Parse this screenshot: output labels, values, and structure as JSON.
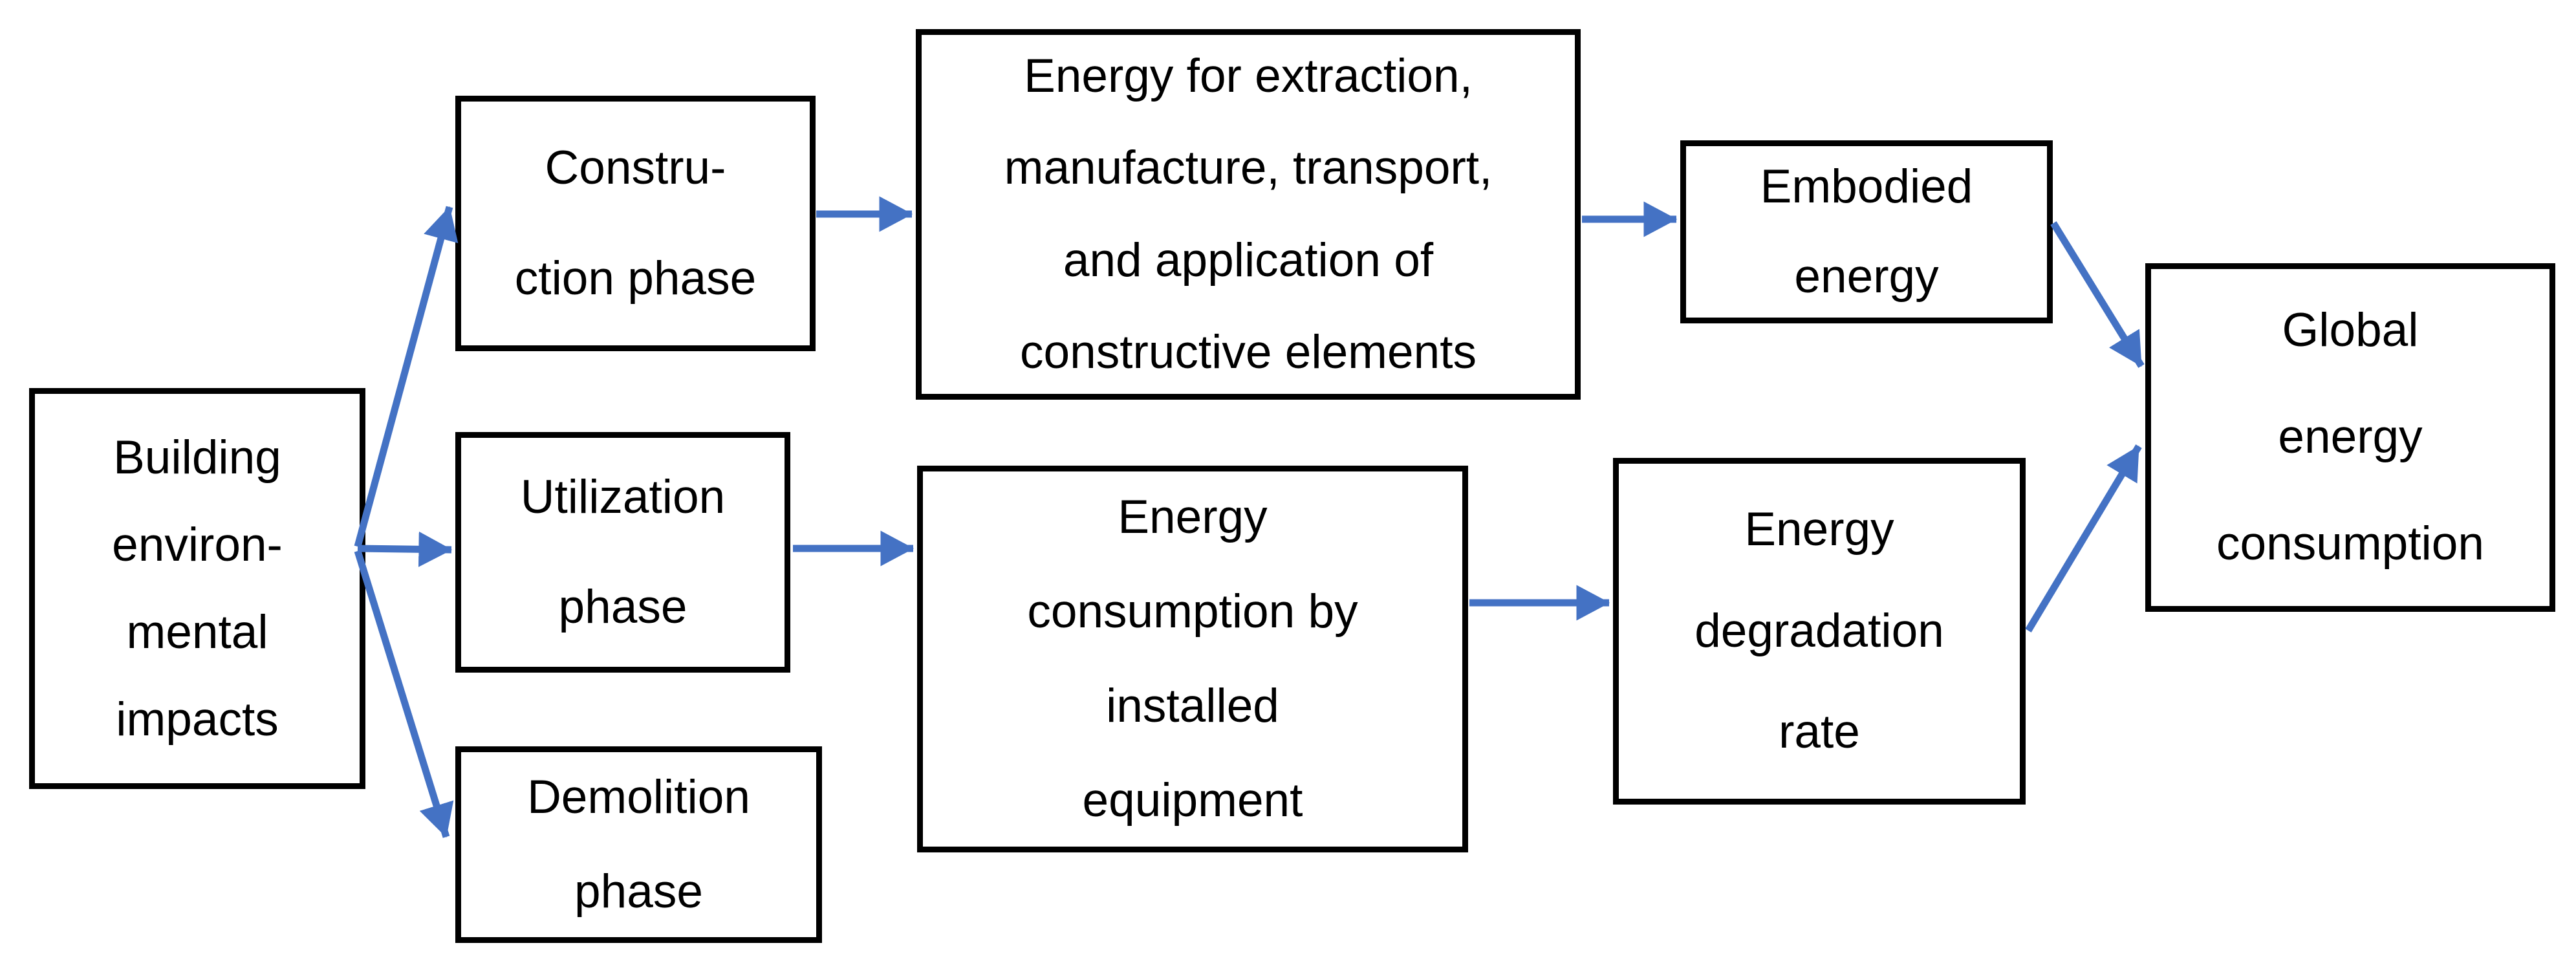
{
  "diagram": {
    "type": "flowchart",
    "colors": {
      "arrow": "#4472C4",
      "box_border": "#000000",
      "text": "#000000",
      "background": "#ffffff"
    },
    "boxes": {
      "building": {
        "id": "building-environmental-impacts",
        "lines": [
          "Building",
          "environ-",
          "mental",
          "impacts"
        ]
      },
      "construction": {
        "id": "construction-phase",
        "lines": [
          "Constru-",
          "ction phase"
        ]
      },
      "utilization": {
        "id": "utilization-phase",
        "lines": [
          "Utilization",
          "phase"
        ]
      },
      "demolition": {
        "id": "demolition-phase",
        "lines": [
          "Demolition",
          "phase"
        ]
      },
      "extraction": {
        "id": "energy-for-extraction",
        "lines": [
          "Energy for extraction,",
          "manufacture, transport,",
          "and application of",
          "constructive elements"
        ]
      },
      "consumption": {
        "id": "energy-consumption-installed-equipment",
        "lines": [
          "Energy",
          "consumption by",
          "installed",
          "equipment"
        ]
      },
      "embodied": {
        "id": "embodied-energy",
        "lines": [
          "Embodied",
          "energy"
        ]
      },
      "degradation": {
        "id": "energy-degradation-rate",
        "lines": [
          "Energy",
          "degradation",
          "rate"
        ]
      },
      "global": {
        "id": "global-energy-consumption",
        "lines": [
          "Global",
          "energy",
          "consumption"
        ]
      }
    },
    "edges": [
      {
        "from": "building-environmental-impacts",
        "to": "construction-phase"
      },
      {
        "from": "building-environmental-impacts",
        "to": "utilization-phase"
      },
      {
        "from": "building-environmental-impacts",
        "to": "demolition-phase"
      },
      {
        "from": "construction-phase",
        "to": "energy-for-extraction"
      },
      {
        "from": "energy-for-extraction",
        "to": "embodied-energy"
      },
      {
        "from": "embodied-energy",
        "to": "global-energy-consumption"
      },
      {
        "from": "utilization-phase",
        "to": "energy-consumption-installed-equipment"
      },
      {
        "from": "energy-consumption-installed-equipment",
        "to": "energy-degradation-rate"
      },
      {
        "from": "energy-degradation-rate",
        "to": "global-energy-consumption"
      }
    ]
  }
}
